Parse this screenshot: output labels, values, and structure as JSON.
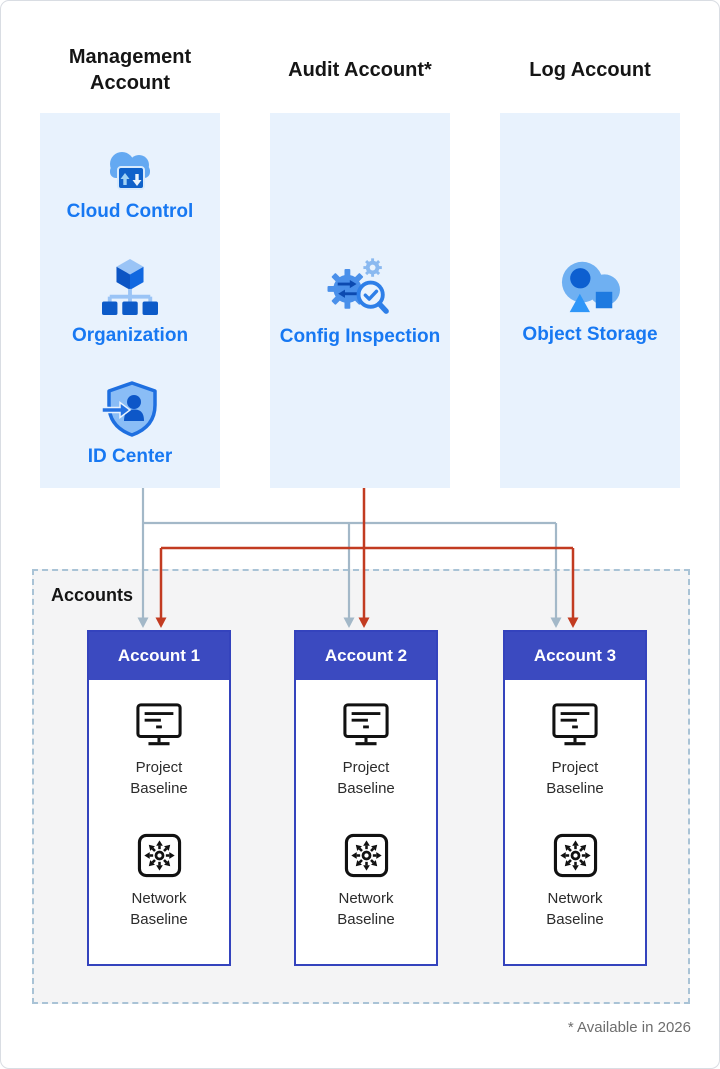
{
  "columns": [
    {
      "title": "Management Account",
      "services": [
        {
          "label": "Cloud Control",
          "icon": "cloud-control-icon"
        },
        {
          "label": "Organization",
          "icon": "organization-icon"
        },
        {
          "label": "ID Center",
          "icon": "id-center-icon"
        }
      ]
    },
    {
      "title": "Audit Account*",
      "services": [
        {
          "label": "Config Inspection",
          "icon": "config-inspection-icon"
        }
      ]
    },
    {
      "title": "Log Account",
      "services": [
        {
          "label": "Object Storage",
          "icon": "object-storage-icon"
        }
      ]
    }
  ],
  "accounts_section": {
    "label": "Accounts",
    "accounts": [
      {
        "name": "Account 1",
        "items": [
          {
            "label": "Project Baseline",
            "icon": "project-baseline-icon"
          },
          {
            "label": "Network Baseline",
            "icon": "network-baseline-icon"
          }
        ]
      },
      {
        "name": "Account 2",
        "items": [
          {
            "label": "Project Baseline",
            "icon": "project-baseline-icon"
          },
          {
            "label": "Network Baseline",
            "icon": "network-baseline-icon"
          }
        ]
      },
      {
        "name": "Account 3",
        "items": [
          {
            "label": "Project Baseline",
            "icon": "project-baseline-icon"
          },
          {
            "label": "Network Baseline",
            "icon": "network-baseline-icon"
          }
        ]
      }
    ]
  },
  "footnote": "* Available in 2026",
  "colors": {
    "panel_bg": "#e8f2fd",
    "service_label_blue": "#1778f2",
    "account_header_bg": "#3b4ac0",
    "account_border": "#3443bd",
    "accounts_section_bg": "#f4f4f5",
    "dashed_border": "#a9c3d6",
    "management_arrow_gray": "#a3b8c8",
    "audit_arrow_red": "#c23b21"
  }
}
